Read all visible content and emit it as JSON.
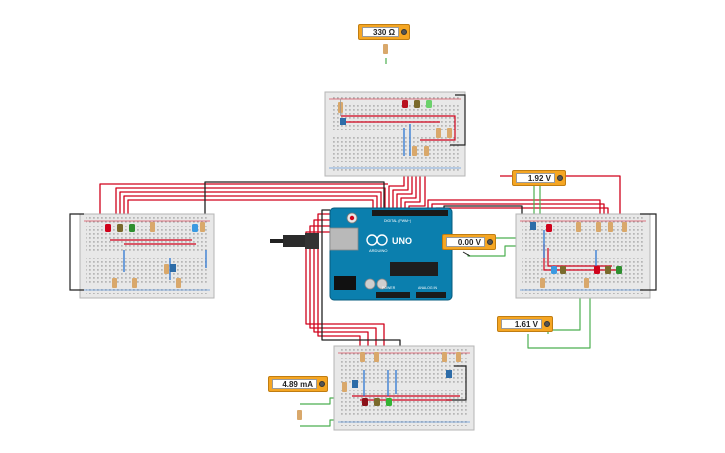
{
  "arduino": {
    "brand_label": "ARDUINO",
    "model_label": "UNO",
    "digital_header_label": "DIGITAL (PWM~)",
    "power_label": "POWER",
    "analog_label": "ANALOG IN"
  },
  "instruments": {
    "resistor_inspector": {
      "value": "330 Ω"
    },
    "voltmeter_right_top": {
      "value": "1.92 V"
    },
    "voltmeter_center": {
      "value": "0.00 V"
    },
    "voltmeter_right_bottom": {
      "value": "1.61 V"
    },
    "ammeter_bottom": {
      "value": "4.89 mA"
    }
  },
  "colors": {
    "breadboard": "#e8e8e8",
    "wire_red": "#d0021b",
    "wire_black": "#222222",
    "wire_green": "#4caf50",
    "wire_blue": "#1f6fd1",
    "arduino_board": "#0b7fae",
    "meter_body": "#f5a623",
    "led_red": "#d0021b",
    "led_green": "#34b233",
    "led_blue": "#3b9ae1",
    "led_yellow": "#f5d100"
  }
}
